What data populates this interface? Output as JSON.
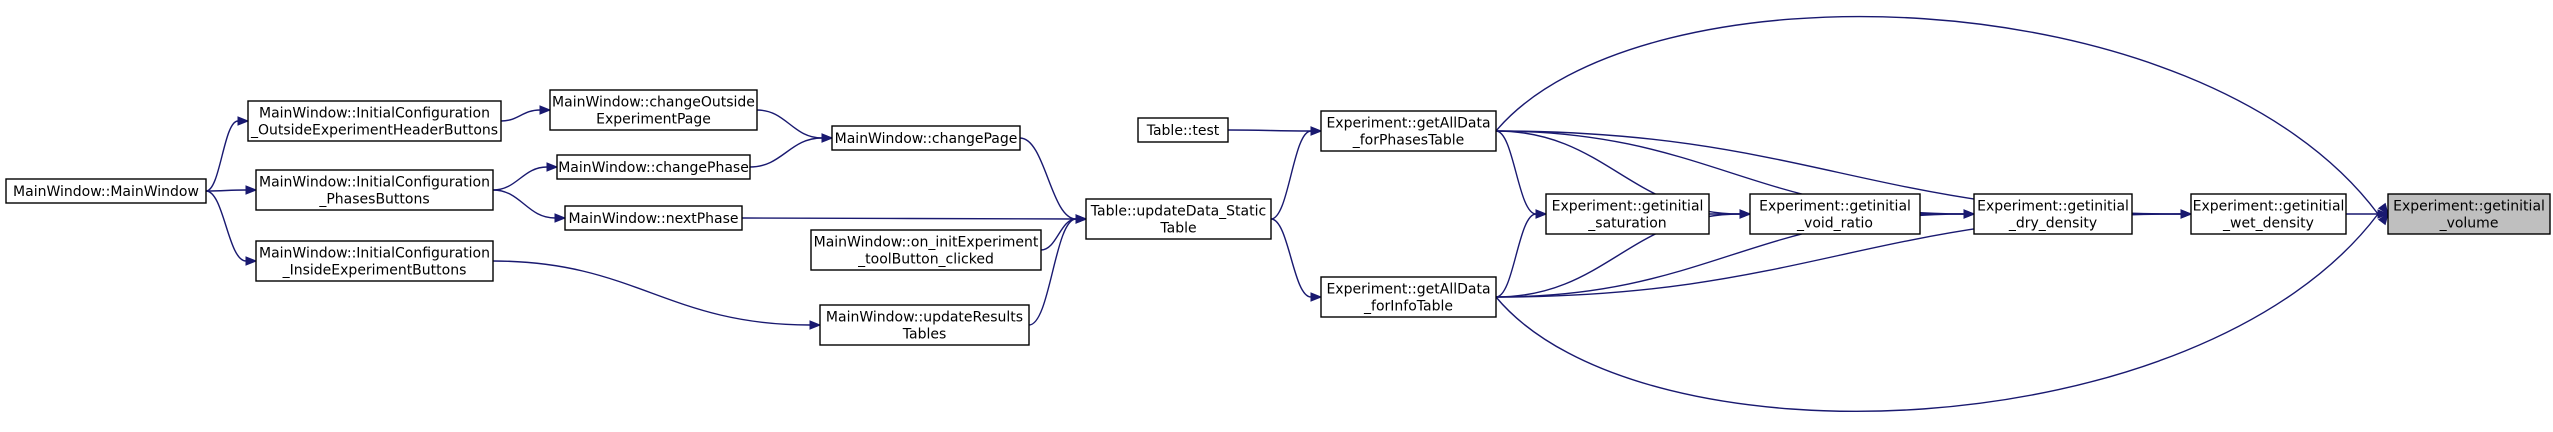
{
  "graph": {
    "nodes": [
      {
        "id": "getinitial_volume",
        "lines": [
          "Experiment::getinitial",
          "_volume"
        ],
        "focus": true
      },
      {
        "id": "getinitial_wet_density",
        "lines": [
          "Experiment::getinitial",
          "_wet_density"
        ]
      },
      {
        "id": "getinitial_dry_density",
        "lines": [
          "Experiment::getinitial",
          "_dry_density"
        ]
      },
      {
        "id": "getinitial_void_ratio",
        "lines": [
          "Experiment::getinitial",
          "_void_ratio"
        ]
      },
      {
        "id": "getinitial_saturation",
        "lines": [
          "Experiment::getinitial",
          "_saturation"
        ]
      },
      {
        "id": "getAllData_forPhasesTable",
        "lines": [
          "Experiment::getAllData",
          "_forPhasesTable"
        ]
      },
      {
        "id": "getAllData_forInfoTable",
        "lines": [
          "Experiment::getAllData",
          "_forInfoTable"
        ]
      },
      {
        "id": "table_test",
        "lines": [
          "Table::test"
        ]
      },
      {
        "id": "updateData_Static_Table",
        "lines": [
          "Table::updateData_Static",
          "Table"
        ]
      },
      {
        "id": "changePage",
        "lines": [
          "MainWindow::changePage"
        ]
      },
      {
        "id": "changePhase",
        "lines": [
          "MainWindow::changePhase"
        ]
      },
      {
        "id": "nextPhase",
        "lines": [
          "MainWindow::nextPhase"
        ]
      },
      {
        "id": "on_initExperiment",
        "lines": [
          "MainWindow::on_initExperiment",
          "_toolButton_clicked"
        ]
      },
      {
        "id": "updateResultsTables",
        "lines": [
          "MainWindow::updateResults",
          "Tables"
        ]
      },
      {
        "id": "changeOutsideExperimentPage",
        "lines": [
          "MainWindow::changeOutside",
          "ExperimentPage"
        ]
      },
      {
        "id": "ic_outside",
        "lines": [
          "MainWindow::InitialConfiguration",
          "_OutsideExperimentHeaderButtons"
        ]
      },
      {
        "id": "ic_phases",
        "lines": [
          "MainWindow::InitialConfiguration",
          "_PhasesButtons"
        ]
      },
      {
        "id": "ic_inside",
        "lines": [
          "MainWindow::InitialConfiguration",
          "_InsideExperimentButtons"
        ]
      },
      {
        "id": "mainwindow",
        "lines": [
          "MainWindow::MainWindow"
        ]
      }
    ],
    "edges": [
      {
        "from": "getinitial_wet_density",
        "to": "getinitial_volume"
      },
      {
        "from": "getAllData_forPhasesTable",
        "to": "getinitial_volume"
      },
      {
        "from": "getAllData_forInfoTable",
        "to": "getinitial_volume"
      },
      {
        "from": "getinitial_dry_density",
        "to": "getinitial_wet_density"
      },
      {
        "from": "getAllData_forPhasesTable",
        "to": "getinitial_wet_density"
      },
      {
        "from": "getAllData_forInfoTable",
        "to": "getinitial_wet_density"
      },
      {
        "from": "getinitial_void_ratio",
        "to": "getinitial_dry_density"
      },
      {
        "from": "getAllData_forPhasesTable",
        "to": "getinitial_dry_density"
      },
      {
        "from": "getAllData_forInfoTable",
        "to": "getinitial_dry_density"
      },
      {
        "from": "getinitial_saturation",
        "to": "getinitial_void_ratio"
      },
      {
        "from": "getAllData_forPhasesTable",
        "to": "getinitial_void_ratio"
      },
      {
        "from": "getAllData_forInfoTable",
        "to": "getinitial_void_ratio"
      },
      {
        "from": "getAllData_forPhasesTable",
        "to": "getinitial_saturation"
      },
      {
        "from": "getAllData_forInfoTable",
        "to": "getinitial_saturation"
      },
      {
        "from": "table_test",
        "to": "getAllData_forPhasesTable"
      },
      {
        "from": "updateData_Static_Table",
        "to": "getAllData_forPhasesTable"
      },
      {
        "from": "updateData_Static_Table",
        "to": "getAllData_forInfoTable"
      },
      {
        "from": "changePage",
        "to": "updateData_Static_Table"
      },
      {
        "from": "nextPhase",
        "to": "updateData_Static_Table"
      },
      {
        "from": "on_initExperiment",
        "to": "updateData_Static_Table"
      },
      {
        "from": "updateResultsTables",
        "to": "updateData_Static_Table"
      },
      {
        "from": "changeOutsideExperimentPage",
        "to": "changePage"
      },
      {
        "from": "changePhase",
        "to": "changePage"
      },
      {
        "from": "ic_outside",
        "to": "changeOutsideExperimentPage"
      },
      {
        "from": "ic_phases",
        "to": "changePhase"
      },
      {
        "from": "ic_phases",
        "to": "nextPhase"
      },
      {
        "from": "ic_inside",
        "to": "updateResultsTables"
      },
      {
        "from": "mainwindow",
        "to": "ic_outside"
      },
      {
        "from": "mainwindow",
        "to": "ic_phases"
      },
      {
        "from": "mainwindow",
        "to": "ic_inside"
      }
    ]
  },
  "colors": {
    "edge": "#191970",
    "focus_fill": "#bfbfbf",
    "node_fill": "#ffffff",
    "border": "#000000"
  }
}
